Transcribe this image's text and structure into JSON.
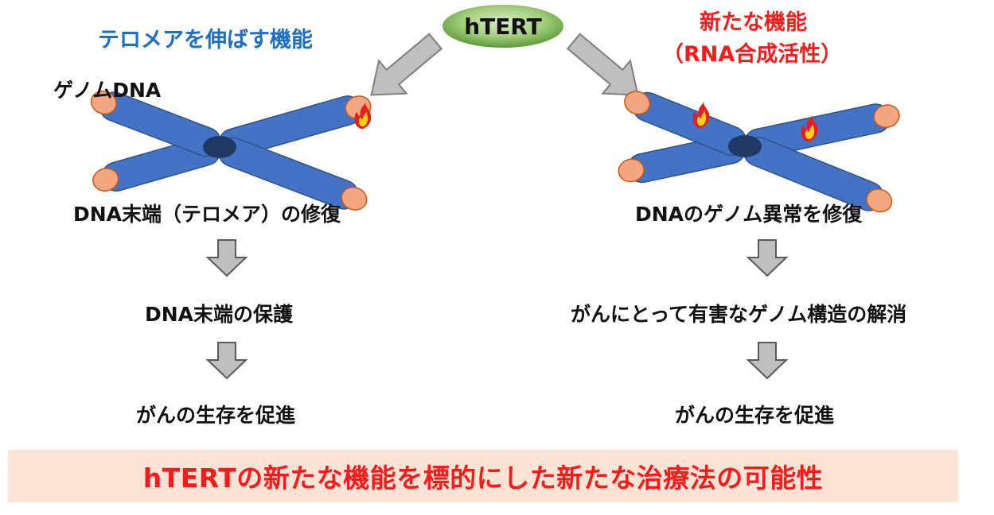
{
  "top": {
    "center_label": "hTERT"
  },
  "left": {
    "title": "テロメアを伸ばす機能",
    "genome_label": "ゲノムDNA",
    "step1": "DNA末端（テロメア）の修復",
    "step2": "DNA末端の保護",
    "step3": "がんの生存を促進"
  },
  "right": {
    "title_line1": "新たな機能",
    "title_line2": "（RNA合成活性）",
    "step1": "DNAのゲノム異常を修復",
    "step2": "がんにとって有害なゲノム構造の解消",
    "step3": "がんの生存を促進"
  },
  "banner": {
    "text": "hTERTの新たな機能を標的にした新たな治療法の可能性"
  },
  "colors": {
    "blue_title": "#1f6fc0",
    "red_title": "#ff1a1a",
    "chromosome": "#4472c4",
    "telomere": "#f4a582",
    "centromere": "#1f3864",
    "arrow_fill": "#bfbfbf",
    "banner_bg": "#fbe3d6",
    "badge_green": "#70ad47"
  }
}
